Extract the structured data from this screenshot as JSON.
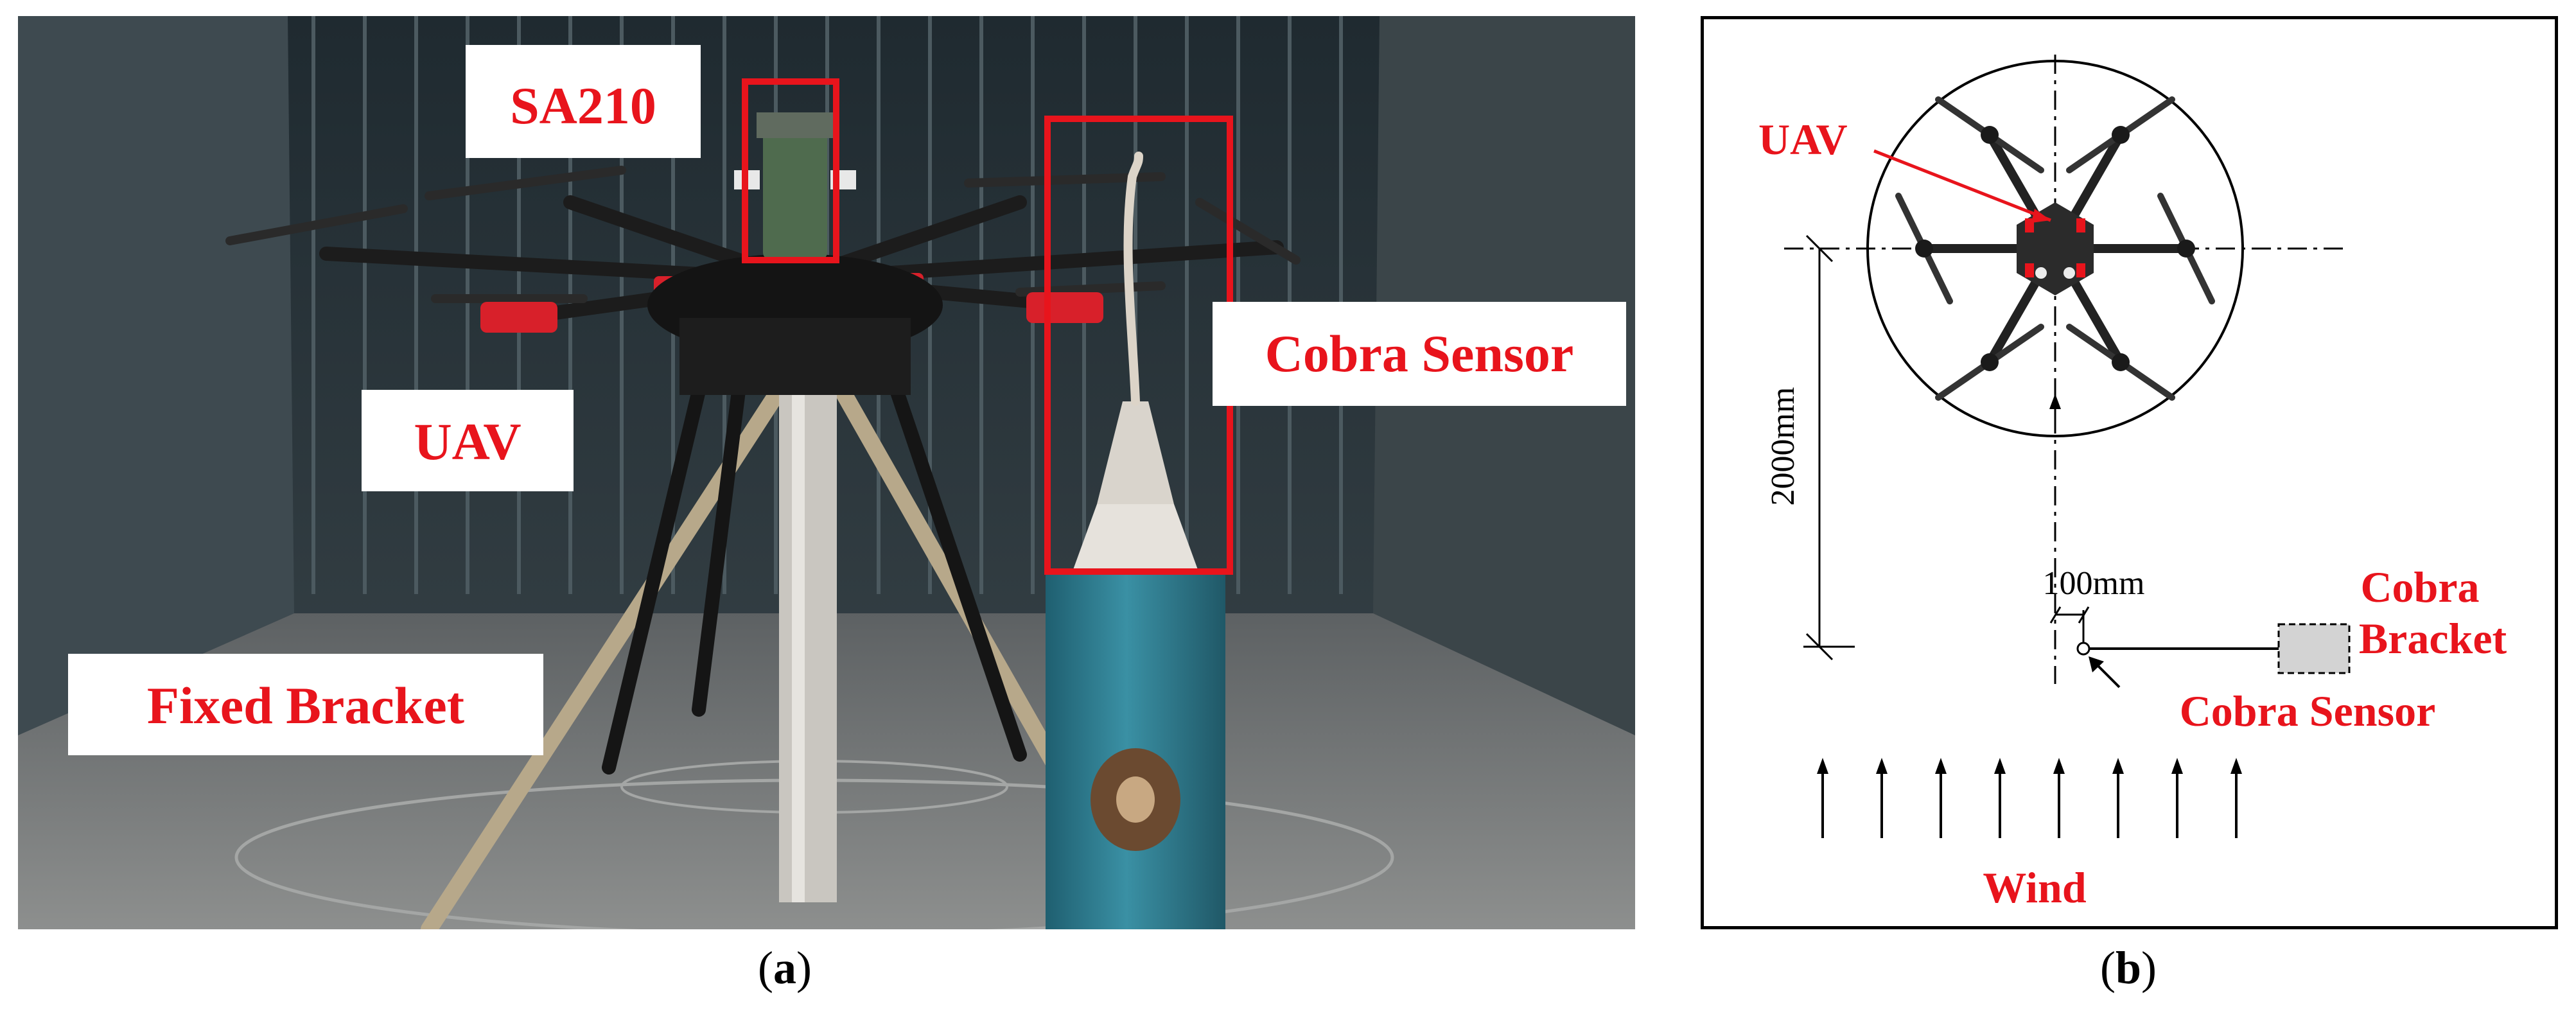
{
  "panel_a": {
    "labels": {
      "sa210": "SA210",
      "cobra_sensor": "Cobra Sensor",
      "uav": "UAV",
      "fixed_bracket": "Fixed Bracket"
    },
    "caption_letter": "a",
    "colors": {
      "label_red": "#e8141c",
      "tunnel_dark": "#2a3238",
      "pillar_blue": "#2f7f93"
    }
  },
  "panel_b": {
    "labels": {
      "uav": "UAV",
      "cobra_bracket_line1": "Cobra",
      "cobra_bracket_line2": "Bracket",
      "cobra_sensor": "Cobra Sensor",
      "wind": "Wind"
    },
    "dimensions": {
      "vertical": "2000mm",
      "horizontal": "100mm"
    },
    "caption_letter": "b",
    "colors": {
      "label_red": "#e8141c",
      "bracket_fill": "#d3d3d3"
    }
  }
}
